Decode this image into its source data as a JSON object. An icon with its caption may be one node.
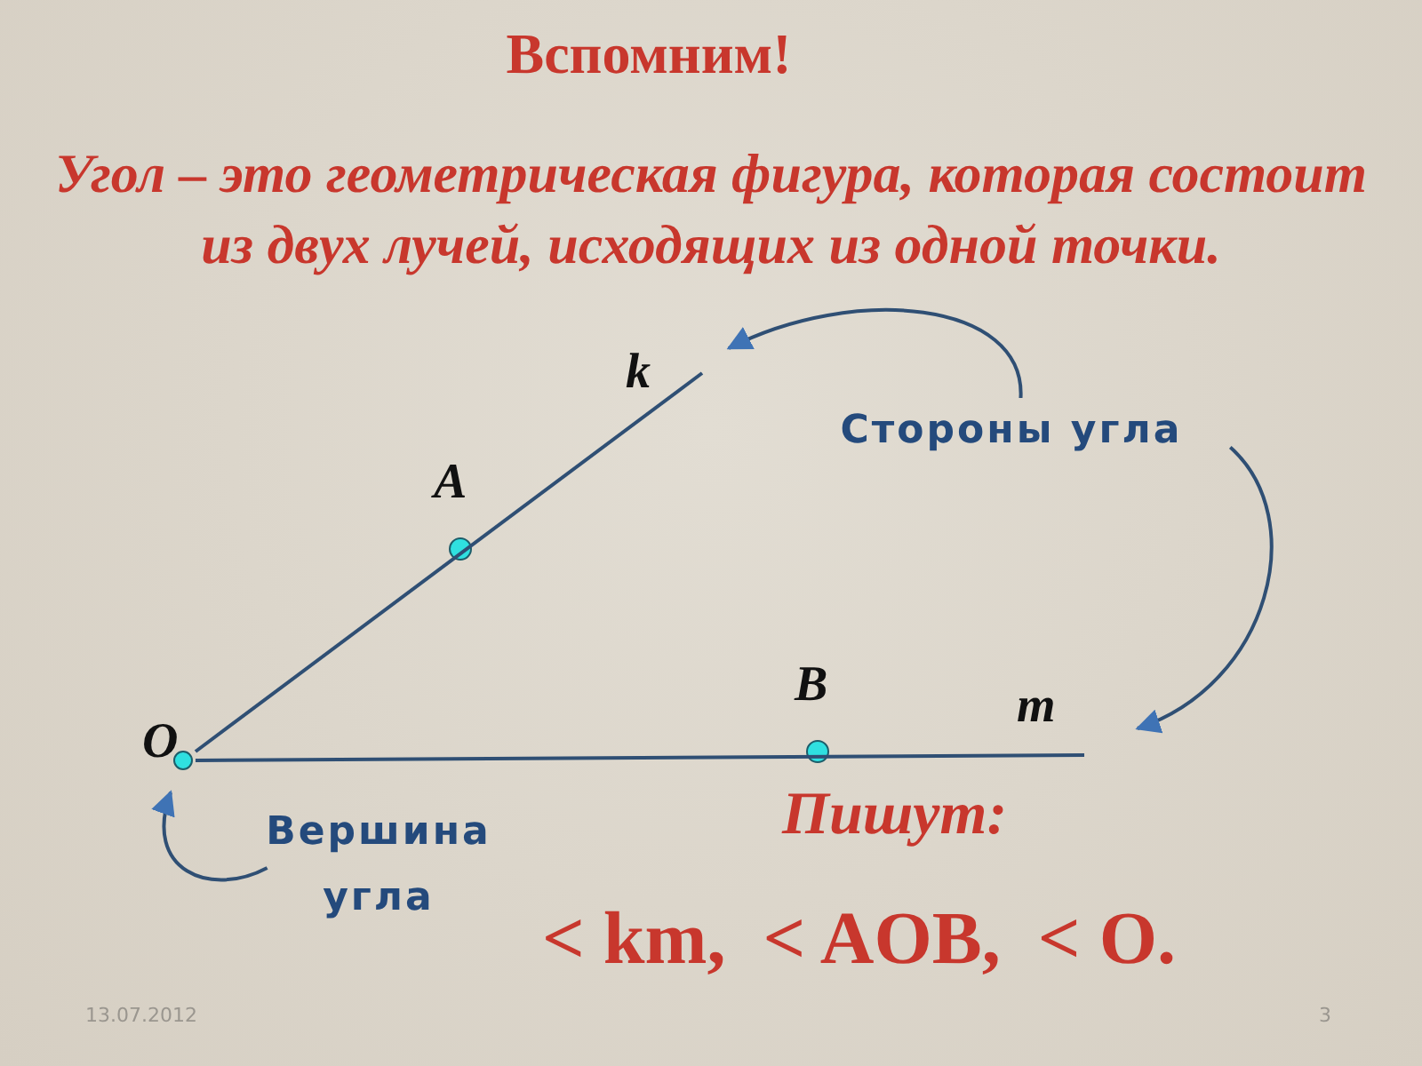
{
  "diagram": {
    "title": "Вспомним!",
    "nodes": [
      {
        "text": [
          "Стороны угла"
        ]
      },
      {
        "text": [],
        "shape": "line",
        "beside": [
          "k"
        ]
      },
      {
        "text": [],
        "shape": "line",
        "beside": [
          "m"
        ]
      },
      {
        "text": [
          "Вершина угла"
        ]
      },
      {
        "text": [],
        "shape": "circle",
        "beside": [
          "O"
        ]
      }
    ],
    "edges": [
      {
        "from": 0,
        "to": 1,
        "arrow": "to"
      },
      {
        "from": 0,
        "to": 2,
        "arrow": "to"
      },
      {
        "from": 3,
        "to": 4,
        "arrow": "to"
      }
    ],
    "labels": [
      "Угол – это геометрическая фигура, которая состоит из двух лучей, исходящих из одной точки.",
      "A",
      "B",
      "Пишут:",
      "< km,  < AOB,  < O.",
      "13.07.2012",
      "3"
    ]
  }
}
